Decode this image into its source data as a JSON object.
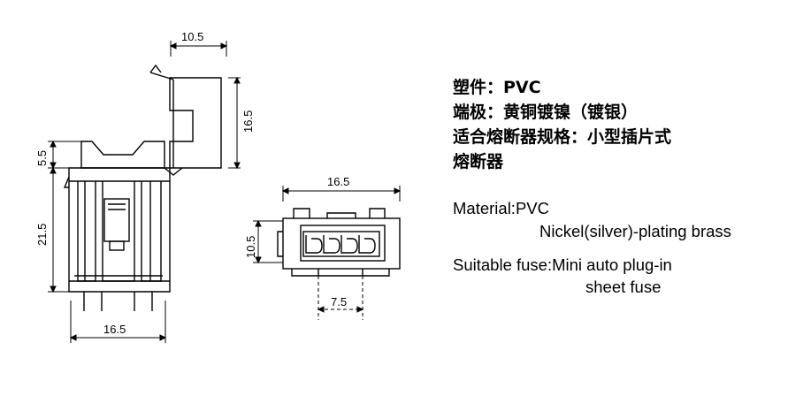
{
  "dimensions": {
    "top_width": "10.5",
    "side_height": "16.5",
    "left_top_height": "5.5",
    "left_height": "21.5",
    "bottom_width": "16.5",
    "front_width": "16.5",
    "front_height": "10.5",
    "pitch": "7.5"
  },
  "spec_cn": {
    "line1": "塑件：PVC",
    "line2": "端极：黄铜镀镍（镀银）",
    "line3": "适合熔断器规格：小型插片式",
    "line4": "熔断器"
  },
  "spec_en": {
    "line1": "Material:PVC",
    "line2": "Nickel(silver)-plating brass",
    "line3": "Suitable fuse:Mini auto plug-in",
    "line4": "sheet fuse"
  }
}
